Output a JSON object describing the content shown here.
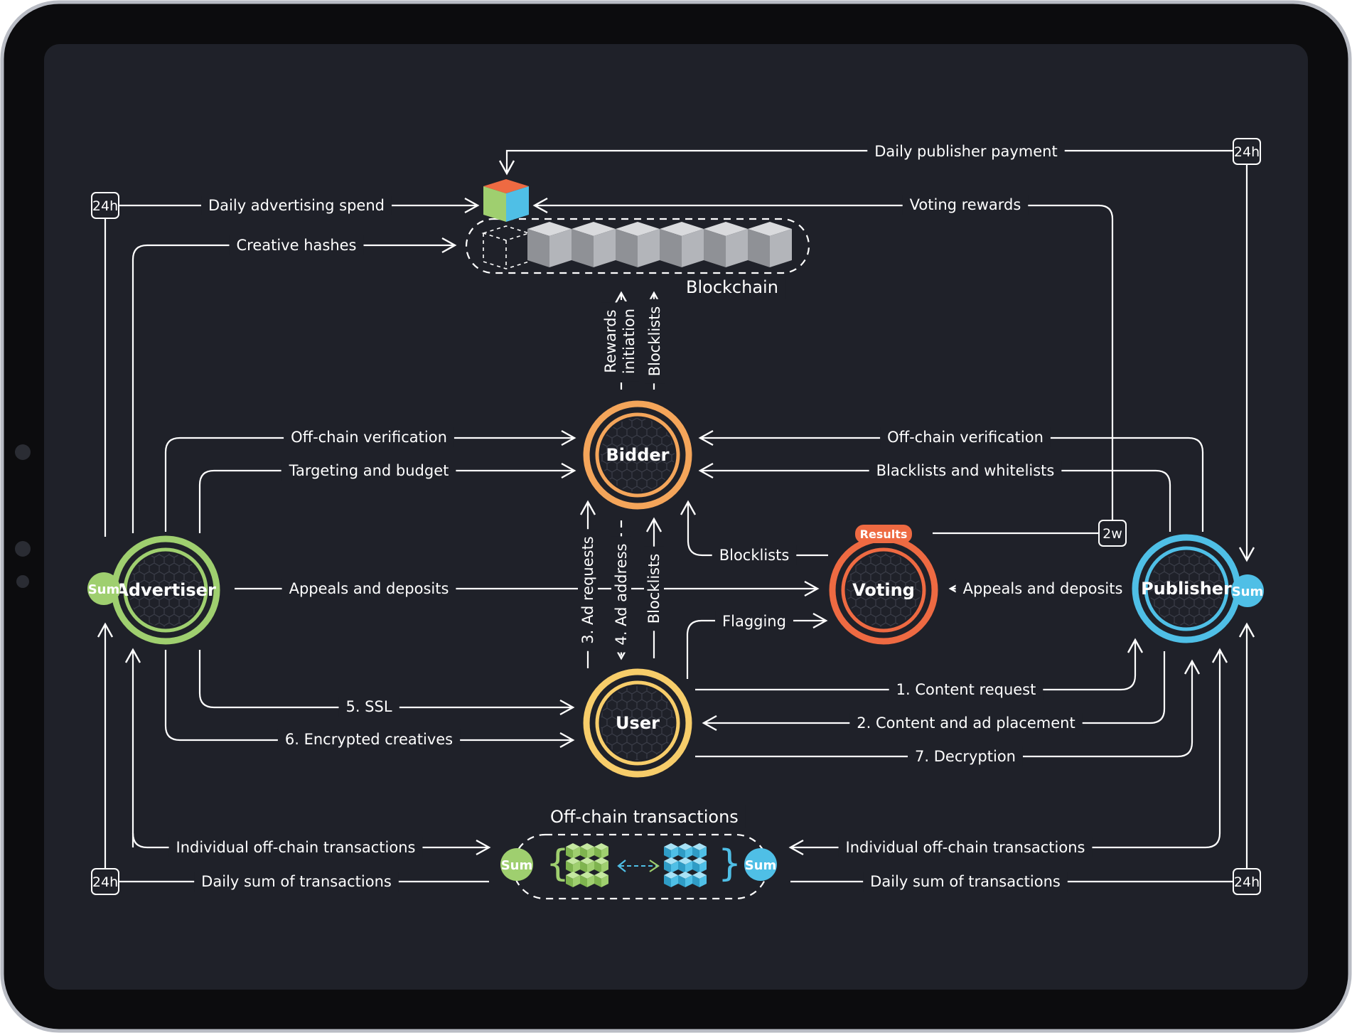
{
  "diagram": {
    "colors": {
      "background": "#1f2129",
      "frame": "#0c0c0e",
      "advertiser": "#9fcf6f",
      "bidder": "#f4a55a",
      "user": "#f7cd6a",
      "voting": "#ee6a42",
      "publisher": "#4fbfe6",
      "line": "#ffffff"
    },
    "nodes": {
      "advertiser": "Advertiser",
      "bidder": "Bidder",
      "user": "User",
      "voting": "Voting",
      "publisher": "Publisher"
    },
    "badges": {
      "sum": "Sum",
      "results": "Results",
      "h24": "24h",
      "w2": "2w"
    },
    "titles": {
      "blockchain": "Blockchain",
      "offchain": "Off-chain transactions"
    },
    "edges": {
      "daily_publisher_payment": "Daily publisher payment",
      "daily_advertising_spend": "Daily advertising spend",
      "voting_rewards": "Voting rewards",
      "creative_hashes": "Creative hashes",
      "rewards_initiation_1": "Rewards",
      "rewards_initiation_2": "initiation",
      "blocklists_up": "Blocklists",
      "offchain_verification_left": "Off-chain verification",
      "targeting_budget": "Targeting and budget",
      "offchain_verification_right": "Off-chain verification",
      "blacklists_whitelists": "Blacklists and whitelists",
      "blocklists_voting": "Blocklists",
      "appeals_left": "Appeals and deposits",
      "appeals_right": "Appeals and deposits",
      "ad_requests": "3. Ad requests",
      "ad_address": "4. Ad address",
      "blocklists_user": "Blocklists",
      "flagging": "Flagging",
      "ssl": "5. SSL",
      "encrypted_creatives": "6. Encrypted creatives",
      "content_request": "1. Content request",
      "content_ad_placement": "2. Content and ad placement",
      "decryption": "7. Decryption",
      "individual_left": "Individual off-chain transactions",
      "daily_sum_left": "Daily sum of transactions",
      "individual_right": "Individual off-chain transactions",
      "daily_sum_right": "Daily sum of transactions"
    }
  }
}
